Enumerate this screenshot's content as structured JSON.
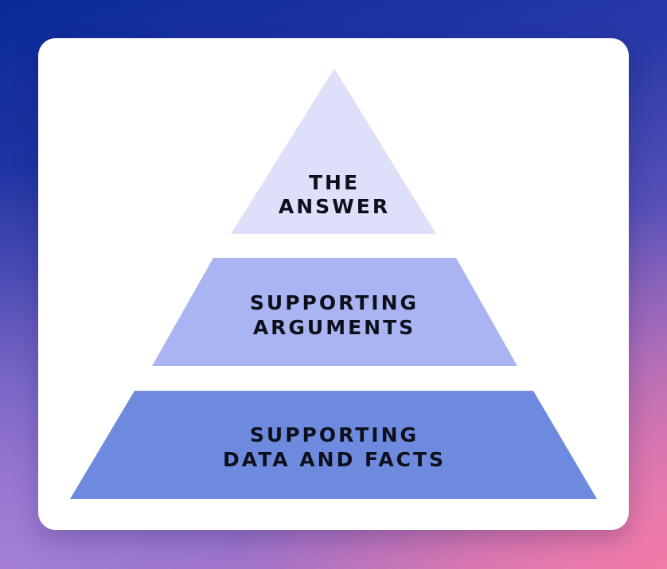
{
  "pyramid": {
    "tiers": [
      {
        "line1": "THE",
        "line2": "ANSWER",
        "color": "#dde0f8"
      },
      {
        "line1": "SUPPORTING",
        "line2": "ARGUMENTS",
        "color": "#aab4f2"
      },
      {
        "line1": "SUPPORTING",
        "line2": "DATA AND FACTS",
        "color": "#6d8ade"
      }
    ]
  }
}
